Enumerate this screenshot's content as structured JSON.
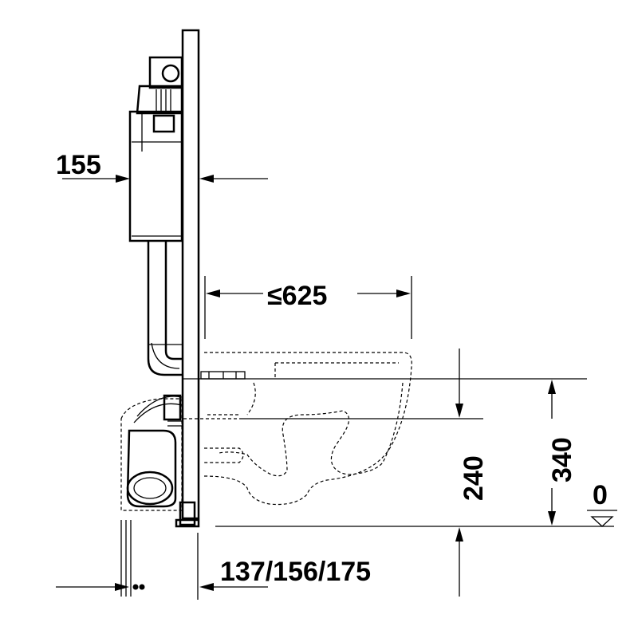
{
  "dimensions": {
    "frame_depth": "155",
    "max_projection": "≤625",
    "pipe_axis_height": "240",
    "seat_height": "340",
    "floor_reference": "0",
    "wall_offsets": "137/156/175"
  },
  "colors": {
    "line": "#000000",
    "background": "#ffffff"
  }
}
